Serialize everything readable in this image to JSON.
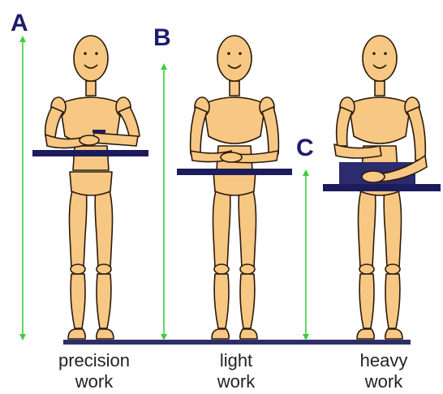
{
  "heights": [
    {
      "label": "A"
    },
    {
      "label": "B"
    },
    {
      "label": "C"
    }
  ],
  "figures": [
    {
      "caption_line1": "precision",
      "caption_line2": "work"
    },
    {
      "caption_line1": "light",
      "caption_line2": "work"
    },
    {
      "caption_line1": "heavy",
      "caption_line2": "work"
    }
  ],
  "colors": {
    "skin": "#f7c784",
    "outline": "#2a1a0a",
    "surface": "#1c1c5c",
    "floor": "#2e2e66",
    "arrow": "#3ad03a",
    "letter": "#1c1c6e",
    "object": "#2b2b6e"
  }
}
